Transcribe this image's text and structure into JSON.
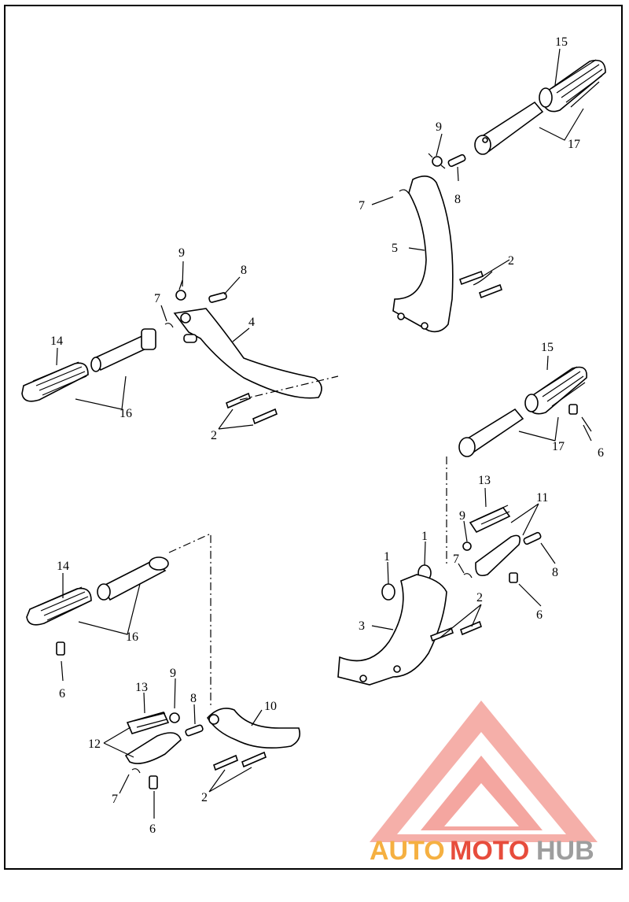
{
  "callouts": {
    "c1a": "1",
    "c1b": "1",
    "c2a": "2",
    "c2b": "2",
    "c2c": "2",
    "c2d": "2",
    "c3": "3",
    "c4": "4",
    "c5": "5",
    "c6a": "6",
    "c6b": "6",
    "c6c": "6",
    "c6d": "6",
    "c7a": "7",
    "c7b": "7",
    "c7c": "7",
    "c7d": "7",
    "c8a": "8",
    "c8b": "8",
    "c8c": "8",
    "c8d": "8",
    "c9a": "9",
    "c9b": "9",
    "c9c": "9",
    "c9d": "9",
    "c10": "10",
    "c11": "11",
    "c12": "12",
    "c13a": "13",
    "c13b": "13",
    "c14a": "14",
    "c14b": "14",
    "c15a": "15",
    "c15b": "15",
    "c16a": "16",
    "c16b": "16",
    "c17a": "17",
    "c17b": "17"
  },
  "watermark": {
    "part1": "AUTO",
    "part2": "MOTO",
    "part3": "HUB",
    "color_orange": "#f5b041",
    "color_red": "#e74c3c",
    "color_gray": "#9e9e9e",
    "logo_color": "#f4a6a0"
  }
}
